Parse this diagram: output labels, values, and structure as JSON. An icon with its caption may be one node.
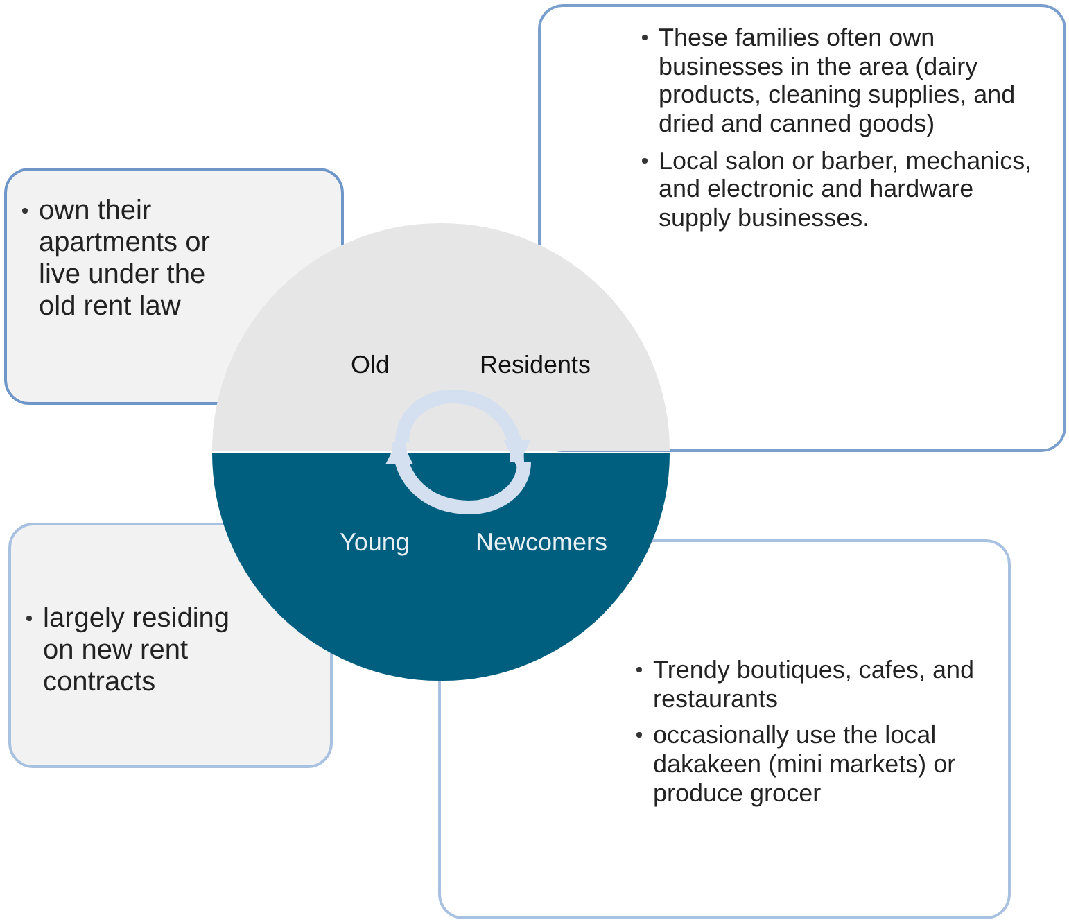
{
  "diagram": {
    "nodes": [
      {
        "text": [
          "These families often own businesses in the area (dairy products, cleaning supplies, and dried and canned goods)",
          "Local salon or barber, mechanics, and electronic and hardware supply businesses."
        ]
      },
      {
        "text": [
          "own their apartments or live under the old rent law"
        ]
      },
      {
        "text": [
          "Old",
          "Residents"
        ]
      },
      {
        "text": [
          "Young",
          "Newcomers"
        ]
      },
      {
        "text": [
          "largely residing on new rent contracts"
        ]
      },
      {
        "text": [
          "Trendy boutiques, cafes, and restaurants",
          "occasionally use the local dakakeen (mini markets) or produce grocer"
        ]
      }
    ],
    "edges": [
      {
        "from": 2,
        "to": 3,
        "arrow": "to"
      },
      {
        "from": 3,
        "to": 2,
        "arrow": "to"
      }
    ]
  }
}
